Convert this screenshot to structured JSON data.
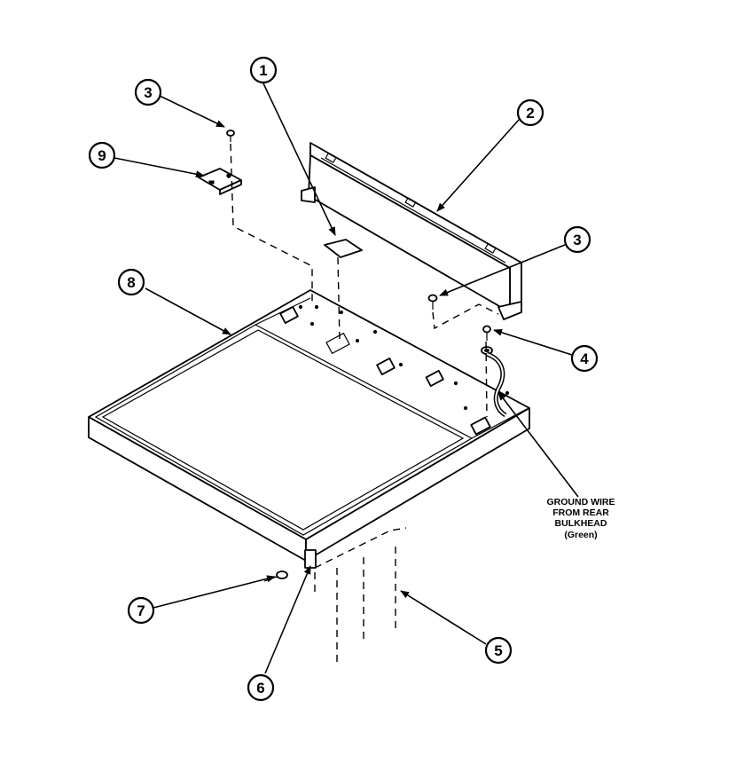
{
  "callouts": [
    {
      "id": "c1",
      "label": "1"
    },
    {
      "id": "c2",
      "label": "2"
    },
    {
      "id": "c3a",
      "label": "3"
    },
    {
      "id": "c3b",
      "label": "3"
    },
    {
      "id": "c4",
      "label": "4"
    },
    {
      "id": "c5",
      "label": "5"
    },
    {
      "id": "c6",
      "label": "6"
    },
    {
      "id": "c7",
      "label": "7"
    },
    {
      "id": "c8",
      "label": "8"
    },
    {
      "id": "c9",
      "label": "9"
    }
  ],
  "ground_note": {
    "line1": "GROUND WIRE",
    "line2": "FROM REAR",
    "line3": "BULKHEAD",
    "line4": "(Green)"
  },
  "colors": {
    "ink": "#000000",
    "paper": "#ffffff"
  }
}
